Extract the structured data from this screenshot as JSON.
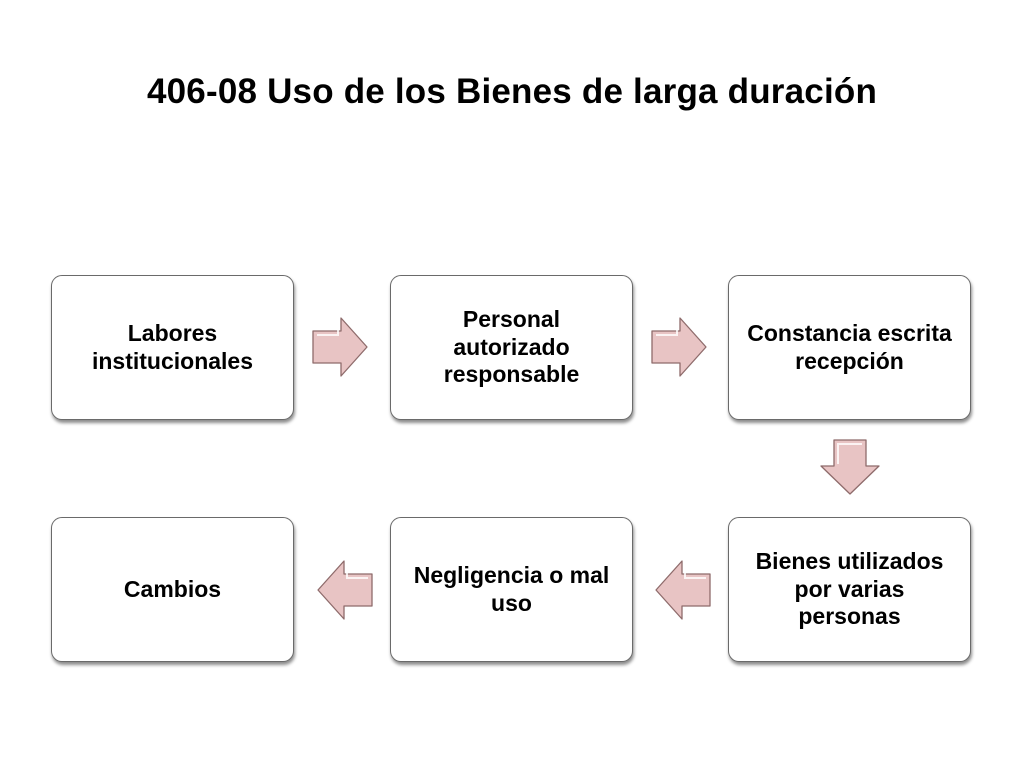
{
  "title": "406-08 Uso de los Bienes de larga duración",
  "nodes": [
    {
      "label": "Labores institucionales"
    },
    {
      "label": "Personal autorizado responsable"
    },
    {
      "label": "Constancia escrita recepción"
    },
    {
      "label": "Bienes utilizados por varias personas"
    },
    {
      "label": "Negligencia o mal uso"
    },
    {
      "label": "Cambios"
    }
  ],
  "colors": {
    "arrow_fill": "#e8c4c4",
    "arrow_stroke": "#8e6b6b",
    "node_border": "#6a6a6a"
  }
}
